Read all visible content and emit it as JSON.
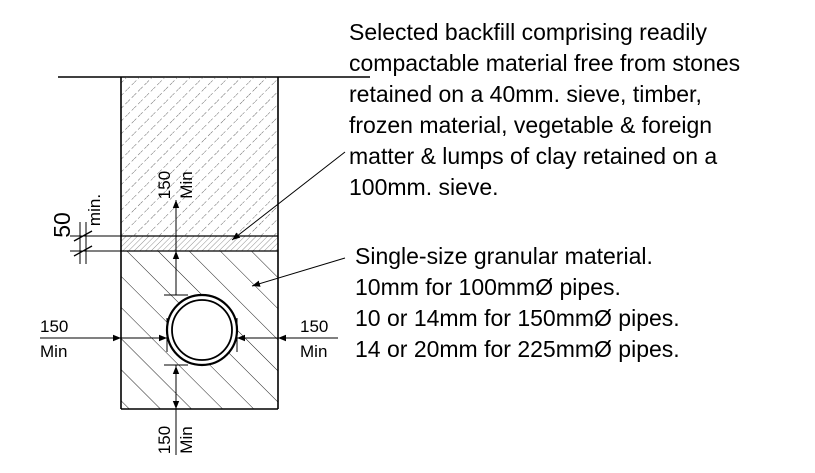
{
  "backfill_note": {
    "lines": [
      "Selected backfill comprising readily",
      "compactable material free from stones",
      "retained on a 40mm. sieve, timber,",
      "frozen material, vegetable & foreign",
      "matter & lumps of clay retained on a",
      "100mm. sieve."
    ]
  },
  "granular_note": {
    "lines": [
      "Single-size granular material.",
      "10mm for 100mmØ pipes.",
      "10 or 14mm for 150mmØ pipes.",
      "14 or 20mm for 225mmØ pipes."
    ]
  },
  "dimensions": {
    "layer_value": "50",
    "layer_label": "min.",
    "cover_value": "150",
    "cover_label": "Min",
    "left_value": "150",
    "left_label": "Min",
    "right_value": "150",
    "right_label": "Min",
    "bottom_value": "150",
    "bottom_label": "Min"
  }
}
